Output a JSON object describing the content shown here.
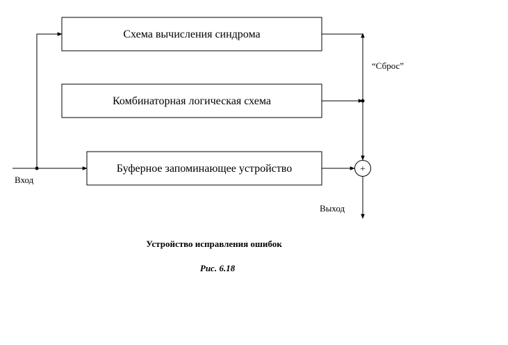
{
  "blocks": {
    "syndrome": "Схема вычисления синдрома",
    "combinational": "Комбинаторная логическая схема",
    "buffer": "Буферное запоминающее устройство"
  },
  "labels": {
    "input": "Вход",
    "output": "Выход",
    "reset": "“Сброс”",
    "adder_symbol": "+"
  },
  "caption": {
    "title": "Устройство исправления ошибок",
    "figure": "Рис. 6.18"
  }
}
